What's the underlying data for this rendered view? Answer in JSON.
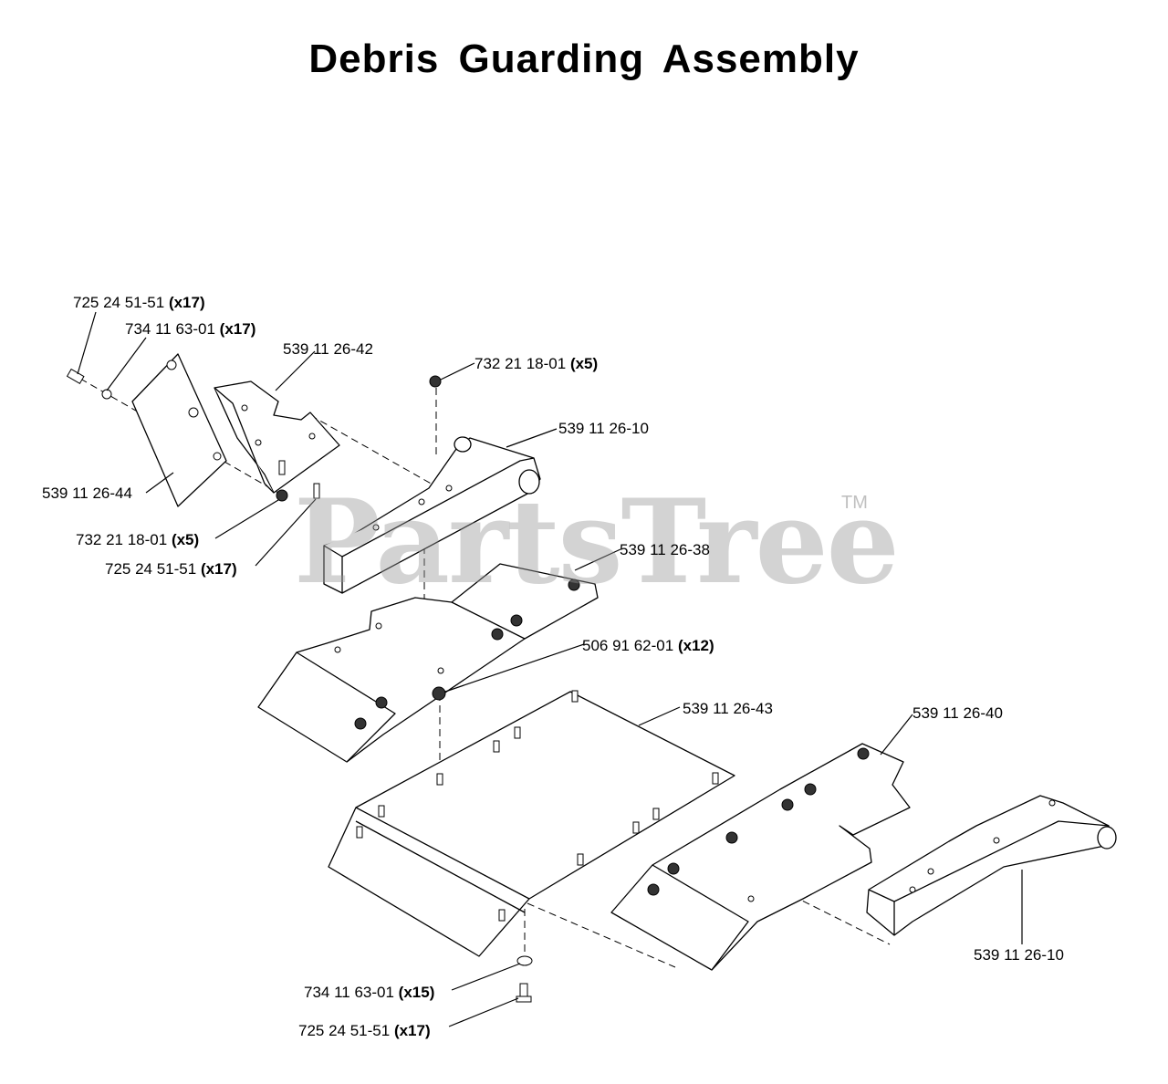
{
  "title": "Debris Guarding Assembly",
  "watermark": {
    "text": "PartsTree",
    "tm": "TM"
  },
  "callouts": [
    {
      "id": "c1",
      "part": "725 24 51-51",
      "qty": "(x17)"
    },
    {
      "id": "c2",
      "part": "734 11 63-01",
      "qty": "(x17)"
    },
    {
      "id": "c3",
      "part": "539 11 26-42",
      "qty": ""
    },
    {
      "id": "c4",
      "part": "732 21 18-01",
      "qty": "(x5)"
    },
    {
      "id": "c5",
      "part": "539 11 26-10",
      "qty": ""
    },
    {
      "id": "c6",
      "part": "539 11 26-44",
      "qty": ""
    },
    {
      "id": "c7",
      "part": "732 21 18-01",
      "qty": "(x5)"
    },
    {
      "id": "c8",
      "part": "725 24 51-51",
      "qty": "(x17)"
    },
    {
      "id": "c9",
      "part": "539 11 26-38",
      "qty": ""
    },
    {
      "id": "c10",
      "part": "506 91 62-01",
      "qty": "(x12)"
    },
    {
      "id": "c11",
      "part": "539 11 26-43",
      "qty": ""
    },
    {
      "id": "c12",
      "part": "539 11 26-40",
      "qty": ""
    },
    {
      "id": "c13",
      "part": "539 11 26-10",
      "qty": ""
    },
    {
      "id": "c14",
      "part": "734 11 63-01",
      "qty": "(x15)"
    },
    {
      "id": "c15",
      "part": "725 24 51-51",
      "qty": "(x17)"
    }
  ]
}
